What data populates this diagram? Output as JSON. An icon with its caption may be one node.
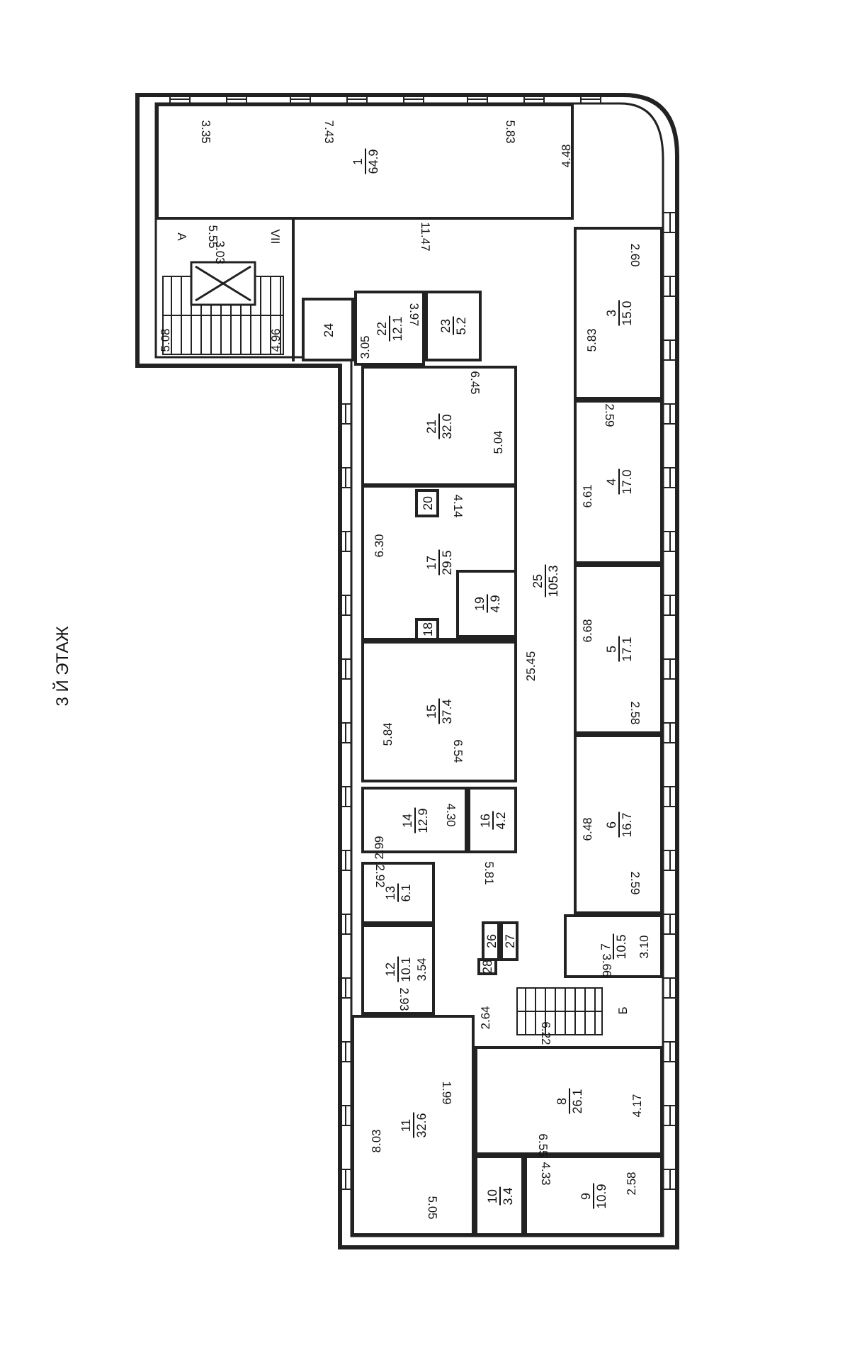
{
  "diagram": {
    "title": "3 Й ЭТАЖ",
    "nodes": [
      {
        "text": [
          "1",
          "64.9"
        ]
      },
      {
        "text": [
          "24"
        ]
      },
      {
        "text": [
          "22",
          "12.1"
        ]
      },
      {
        "text": [
          "23",
          "5.2"
        ]
      },
      {
        "text": [
          "3",
          "15.0"
        ]
      },
      {
        "text": [
          "21",
          "32.0"
        ]
      },
      {
        "text": [
          "4",
          "17.0"
        ]
      },
      {
        "text": [
          "20"
        ],
        "in": 8
      },
      {
        "text": [
          "17",
          "29.5"
        ]
      },
      {
        "text": [
          "19",
          "4.9"
        ],
        "in": 8
      },
      {
        "text": [
          "25",
          "105.3"
        ]
      },
      {
        "text": [
          "18"
        ],
        "in": 8
      },
      {
        "text": [
          "5",
          "17.1"
        ]
      },
      {
        "text": [
          "15",
          "37.4"
        ]
      },
      {
        "text": [
          "6",
          "16.7"
        ]
      },
      {
        "text": [
          "14",
          "12.9"
        ]
      },
      {
        "text": [
          "16",
          "4.2"
        ]
      },
      {
        "text": [
          "13",
          "6.1"
        ]
      },
      {
        "text": [
          "26"
        ]
      },
      {
        "text": [
          "27"
        ]
      },
      {
        "text": [
          "28"
        ]
      },
      {
        "text": [
          "7",
          "10.5"
        ]
      },
      {
        "text": [
          "12",
          "10.1"
        ]
      },
      {
        "text": [
          "8",
          "26.1"
        ]
      },
      {
        "text": [
          "11",
          "32.6"
        ]
      },
      {
        "text": [
          "10",
          "3.4"
        ]
      },
      {
        "text": [
          "9",
          "10.9"
        ]
      }
    ],
    "labels": [
      "3.35",
      "7.43",
      "5.83",
      "4.48",
      "А",
      "5.55",
      "VII",
      "11.47",
      "3.03",
      "2.60",
      "5.08",
      "4.96",
      "3.97",
      "3.05",
      "5.83",
      "6.45",
      "5.04",
      "2.59",
      "6.61",
      "6.30",
      "4.14",
      "6.68",
      "25.45",
      "5.84",
      "6.54",
      "2.58",
      "6.48",
      "4.30",
      "2.99",
      "2.92",
      "5.81",
      "2.59",
      "3.66",
      "3.10",
      "3.54",
      "2.93",
      "2.64",
      "Б",
      "6.22",
      "1.99",
      "4.17",
      "8.03",
      "6.55",
      "4.33",
      "2.58",
      "5.05"
    ]
  }
}
